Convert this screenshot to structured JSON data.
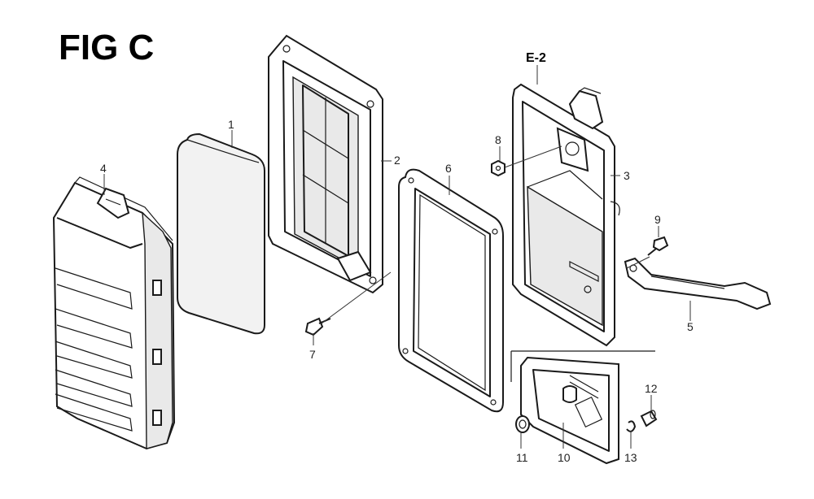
{
  "figure": {
    "title": "FIG C",
    "reference": "E-2"
  },
  "callouts": {
    "c1": "1",
    "c2": "2",
    "c3": "3",
    "c4": "4",
    "c5": "5",
    "c6": "6",
    "c7": "7",
    "c8": "8",
    "c9": "9",
    "c10": "10",
    "c11": "11",
    "c12": "12",
    "c13": "13"
  }
}
